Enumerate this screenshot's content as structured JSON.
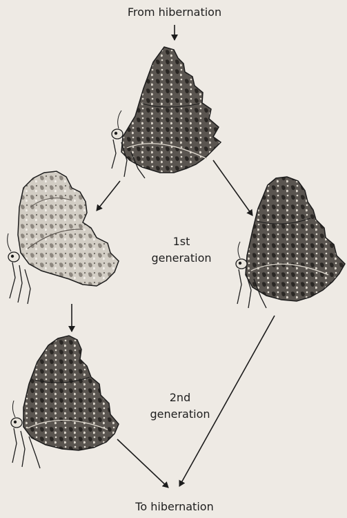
{
  "diagram": {
    "top_label": "From hibernation",
    "bottom_label": "To hibernation",
    "generation_labels": [
      {
        "line1": "1st",
        "line2": "generation"
      },
      {
        "line1": "2nd",
        "line2": "generation"
      }
    ],
    "butterflies": [
      {
        "name": "overwintered-adult",
        "tone": "dark"
      },
      {
        "name": "1st-generation-light-form",
        "tone": "light"
      },
      {
        "name": "1st-generation-dark-form",
        "tone": "dark"
      },
      {
        "name": "2nd-generation-form",
        "tone": "dark"
      }
    ]
  },
  "colors": {
    "background": "#eeeae4",
    "ink": "#1c1c1c",
    "wing_dark": "#4a4642",
    "wing_light": "#cfcac1"
  }
}
